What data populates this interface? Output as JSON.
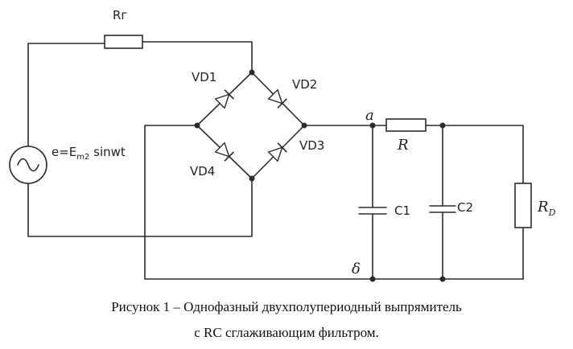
{
  "labels": {
    "r_internal": "Rг",
    "vd1": "VD1",
    "vd2": "VD2",
    "vd3": "VD3",
    "vd4": "VD4",
    "source_eq": "e=E",
    "source_sub": "m2",
    "source_func": " sinwt",
    "node_a": "a",
    "node_b": "δ",
    "r_filter": "R",
    "c1": "C1",
    "c2": "C2",
    "r_load": "R",
    "r_load_sub": "D"
  },
  "caption": {
    "line1": "Рисунок 1 – Однофазный двухполупериодный выпрямитель",
    "line2": "с RC сглаживающим фильтром."
  }
}
